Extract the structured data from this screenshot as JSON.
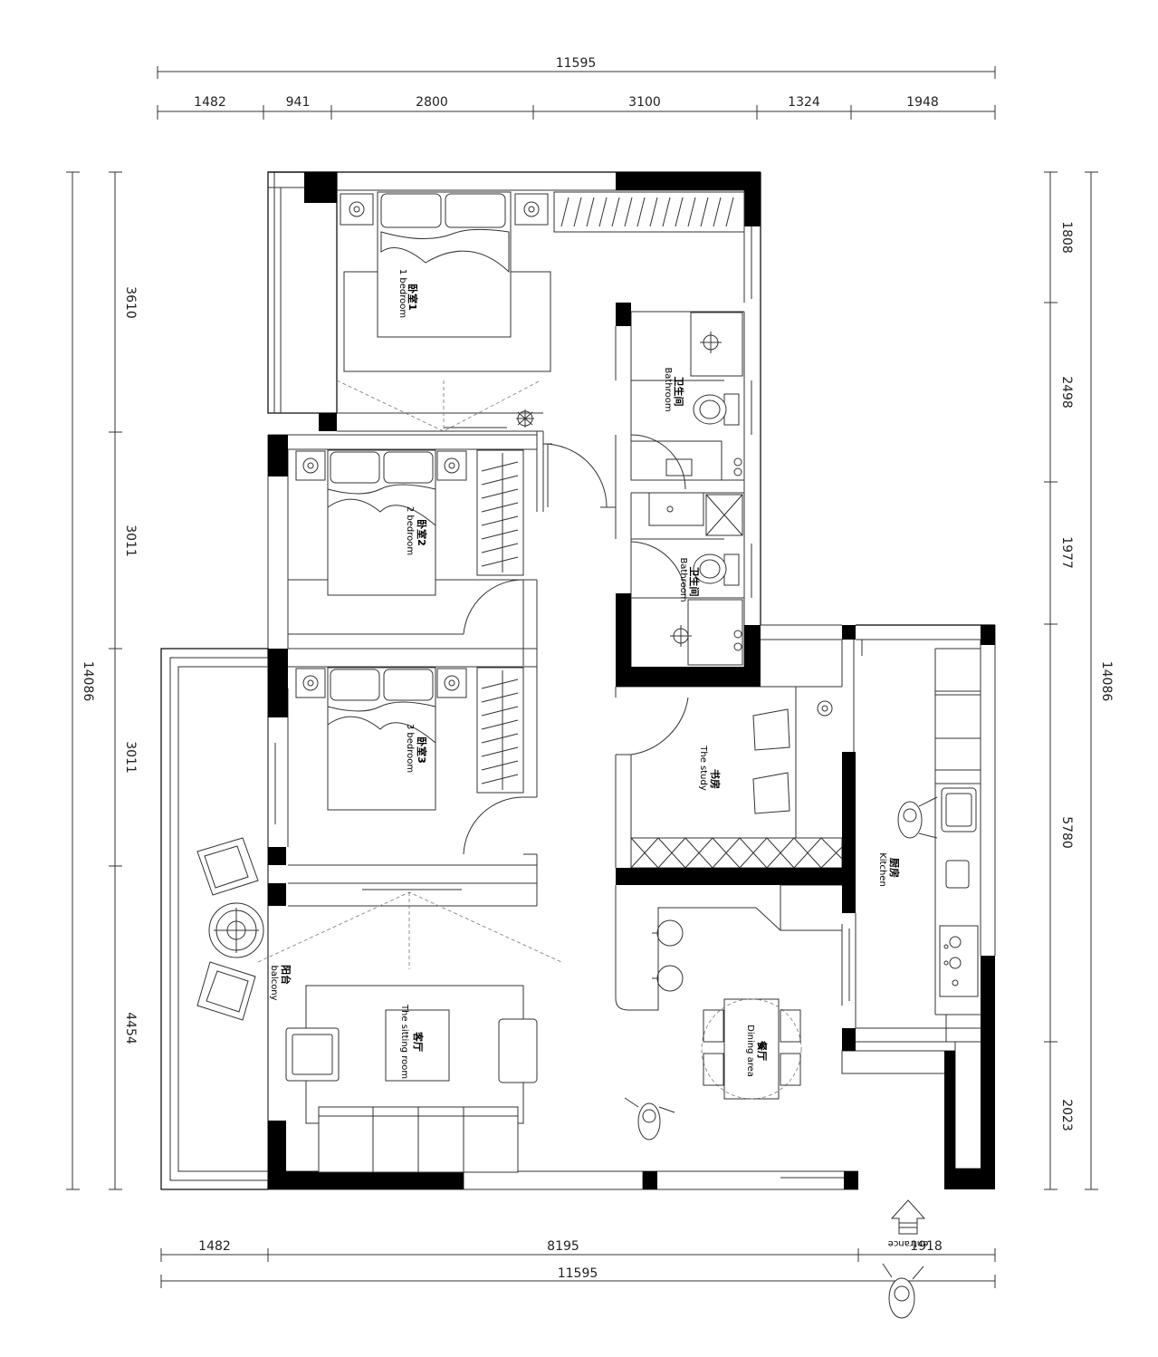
{
  "dimensions": {
    "top_total": "11595",
    "top_segments": [
      "1482",
      "941",
      "2800",
      "3100",
      "1324",
      "1948"
    ],
    "left_total": "14086",
    "left_segments": [
      "3610",
      "3011",
      "3011",
      "4454"
    ],
    "right_total": "14086",
    "right_segments": [
      "1808",
      "2498",
      "1977",
      "5780",
      "2023"
    ],
    "bottom_segments": [
      "1482",
      "8195",
      "1918"
    ],
    "bottom_total": "11595"
  },
  "rooms": {
    "bedroom1": {
      "zh": "卧室1",
      "en": "1 bedroom"
    },
    "bedroom2": {
      "zh": "卧室2",
      "en": "2 bedroom"
    },
    "bedroom3": {
      "zh": "卧室3",
      "en": "3 bedroom"
    },
    "bathroom1": {
      "zh": "卫生间",
      "en": "Bathroom"
    },
    "bathroom2": {
      "zh": "卫生间",
      "en": "Bathroom"
    },
    "study": {
      "zh": "书房",
      "en": "The study"
    },
    "kitchen": {
      "zh": "厨房",
      "en": "Kitchen"
    },
    "balcony": {
      "zh": "阳台",
      "en": "balcony"
    },
    "sitting": {
      "zh": "客厅",
      "en": "The sitting room"
    },
    "dining": {
      "zh": "餐厅",
      "en": "Dining area"
    }
  },
  "entrance_label": "entrance"
}
